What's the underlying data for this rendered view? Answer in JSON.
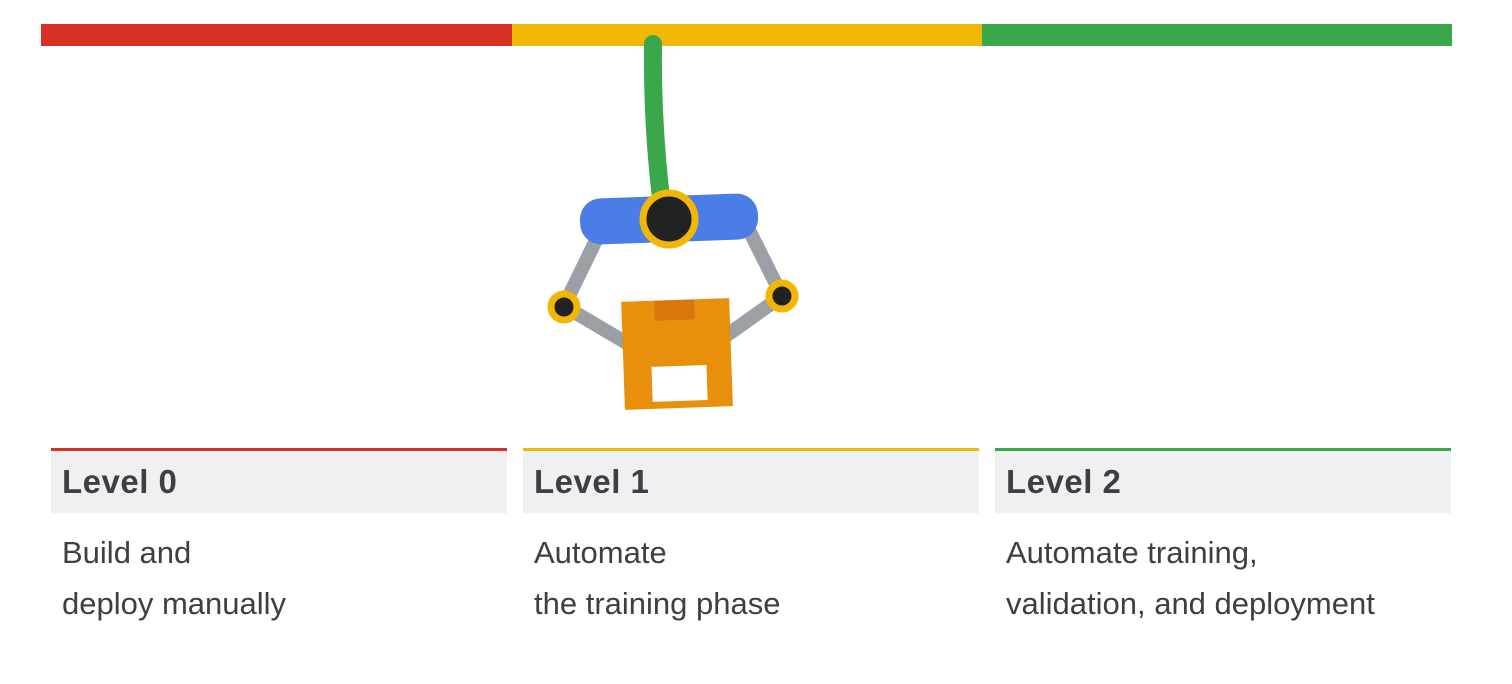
{
  "colors": {
    "red": "#d93025",
    "yellow": "#f2b705",
    "green": "#3aa84a",
    "blue": "#4a7de6",
    "gray": "#9aa0a6",
    "box": "#e8900c",
    "box_dark": "#d9770a",
    "pivot": "#222222",
    "ring": "#f2b705"
  },
  "illustration": {
    "icons": [
      "progress-track",
      "robotic-claw-icon",
      "package-box-icon"
    ],
    "claw_position_segment": 1
  },
  "levels": [
    {
      "title": "Level 0",
      "description": "Build and\ndeploy manually",
      "color": "#d93025"
    },
    {
      "title": "Level 1",
      "description": "Automate\nthe training phase",
      "color": "#f2b705"
    },
    {
      "title": "Level 2",
      "description": "Automate training,\nvalidation, and deployment",
      "color": "#3aa84a"
    }
  ]
}
